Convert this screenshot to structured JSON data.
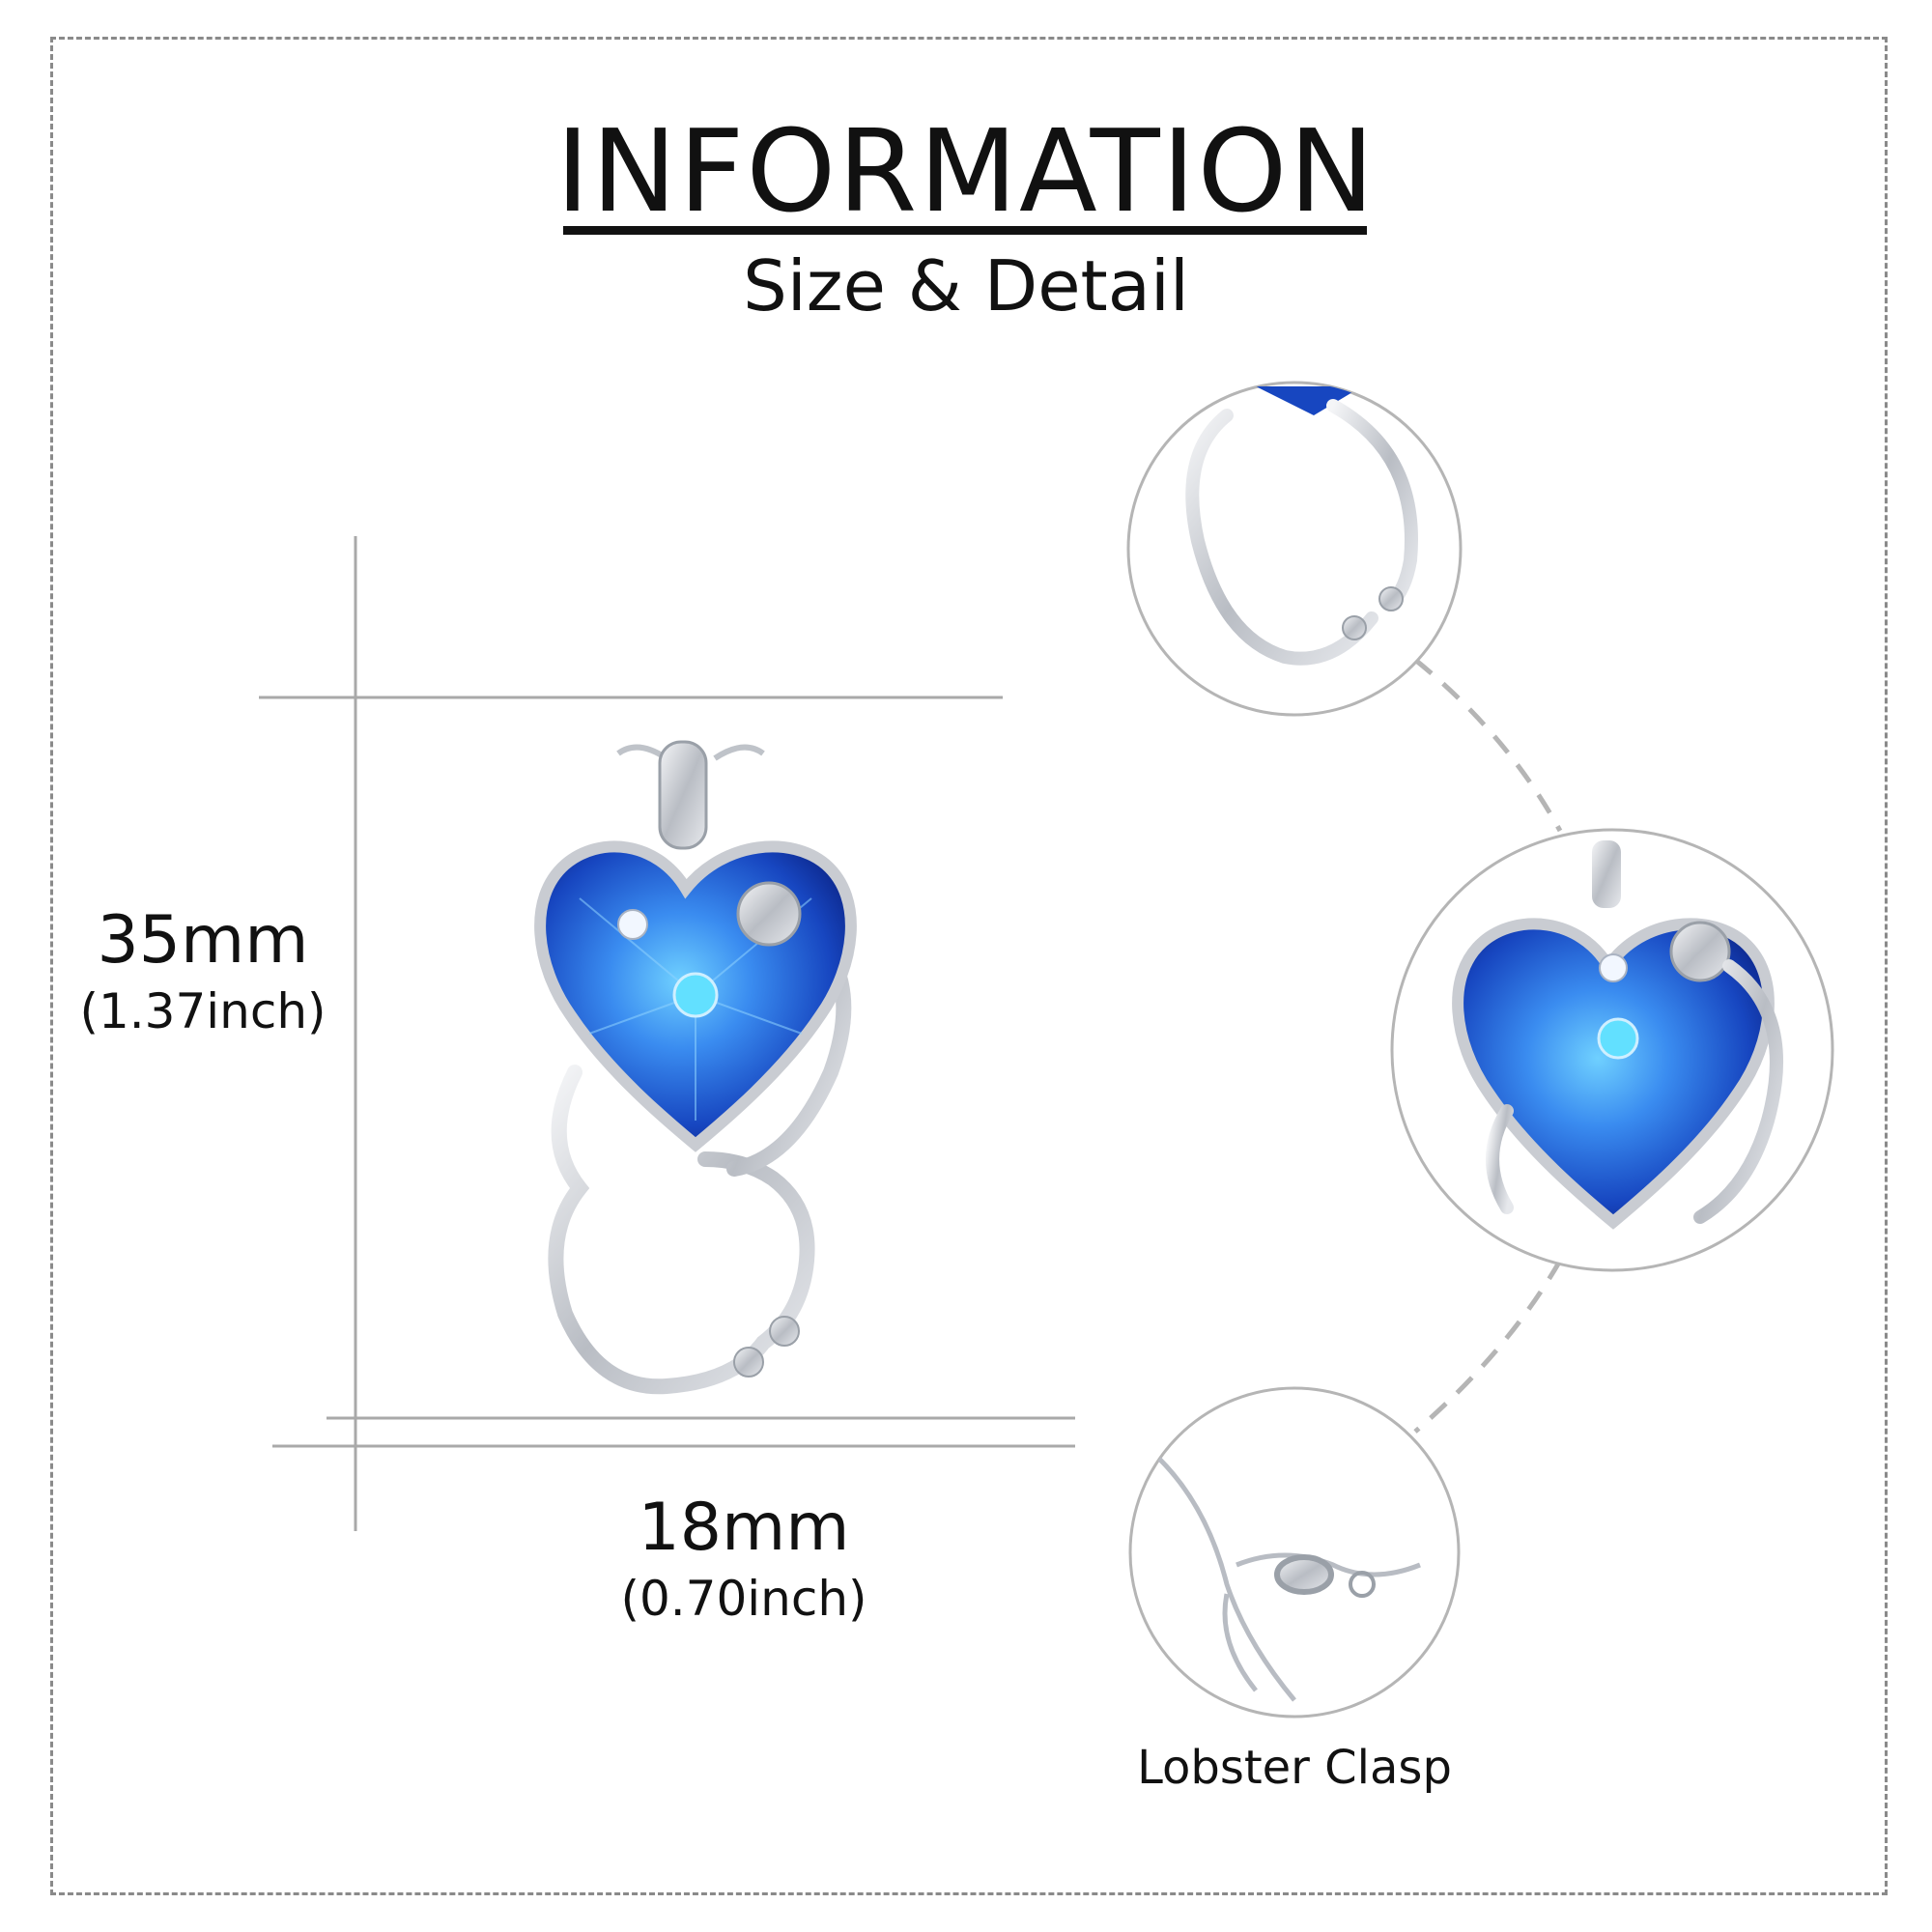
{
  "header": {
    "title": "INFORMATION",
    "subtitle": "Size & Detail"
  },
  "dimensions": {
    "height": {
      "mm": "35mm",
      "inch": "(1.37inch)"
    },
    "width": {
      "mm": "18mm",
      "inch": "(0.70inch)"
    }
  },
  "details": {
    "clasp_caption": "Lobster Clasp"
  },
  "colors": {
    "background": "#ffffff",
    "text": "#111111",
    "gem_dark": "#0b2a8c",
    "gem_mid": "#1f5fd6",
    "gem_light": "#4fb0ff",
    "silver": "#c9ccd2",
    "frame": "#8a8a8a"
  }
}
